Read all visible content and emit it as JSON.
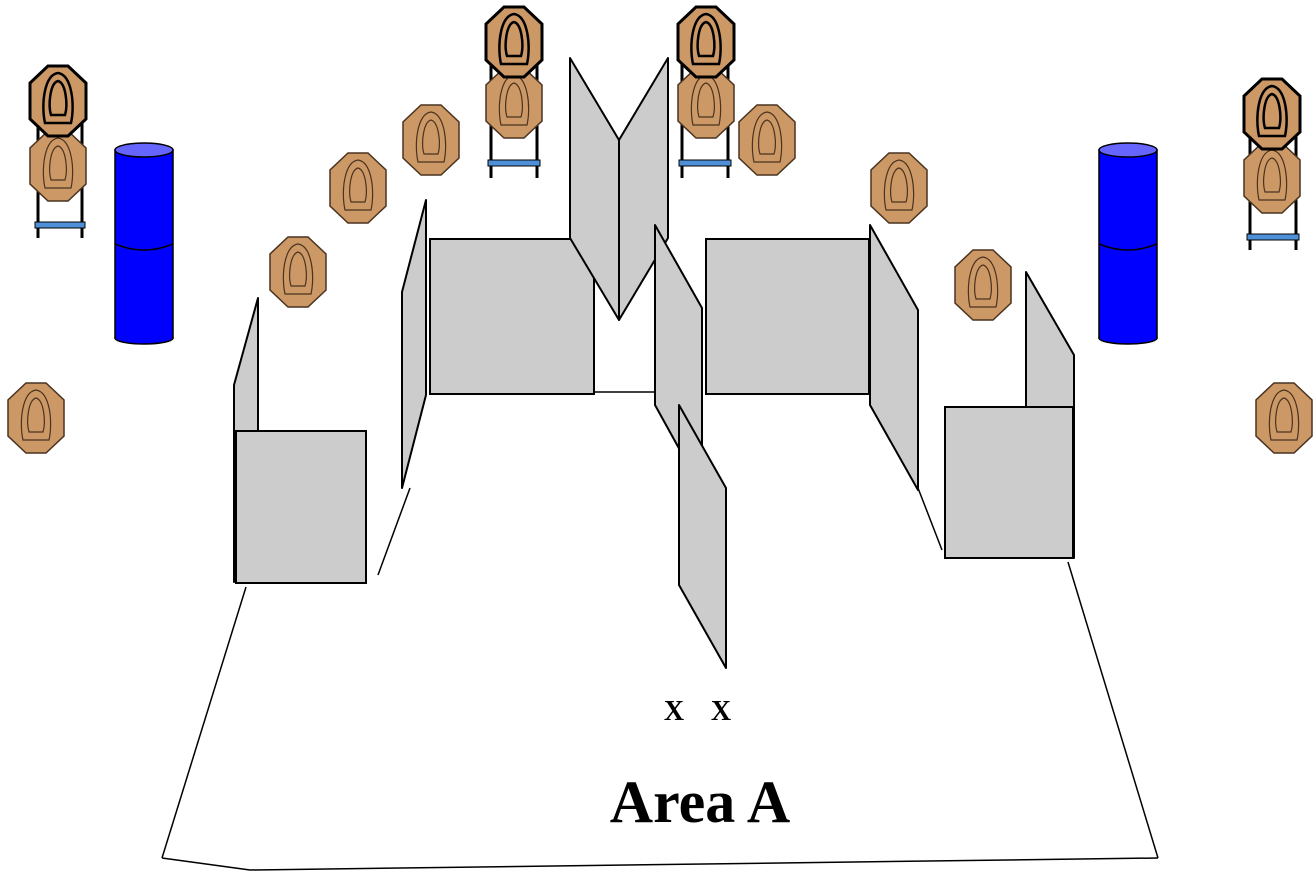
{
  "diagram": {
    "area_label": "Area A",
    "start_markers": [
      "X",
      "X"
    ],
    "colors": {
      "target_fill": "#cc9966",
      "target_stroke": "#4a3320",
      "barrel_fill": "#0000ff",
      "barrel_top": "#6666ff",
      "stand_frame": "#000000",
      "stand_base": "#4f8fd8",
      "wall_fill": "#cccccc"
    },
    "icons": {
      "target": "octagon-target-icon",
      "barrel": "barrel-icon",
      "stand": "target-stand-icon"
    }
  }
}
